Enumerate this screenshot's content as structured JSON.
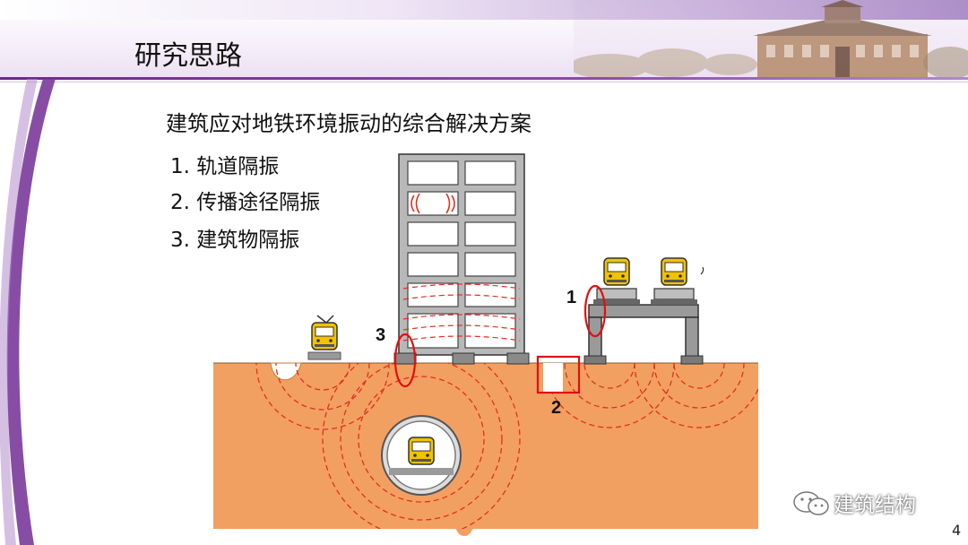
{
  "slide": {
    "title": "研究思路",
    "subtitle": "建筑应对地铁环境振动的综合解决方案",
    "items": [
      {
        "text": "1. 轨道隔振"
      },
      {
        "text": "2. 传播途径隔振"
      },
      {
        "text": "3. 建筑物隔振"
      }
    ],
    "page_number": "4"
  },
  "diagram": {
    "markers": [
      {
        "label": "1"
      },
      {
        "label": "2"
      },
      {
        "label": "3"
      }
    ],
    "colors": {
      "ground": "#f2a062",
      "wave": "#e0301e",
      "marker": "#e01010",
      "building": "#b8b8b8",
      "train": "#f2c200"
    }
  },
  "watermark": {
    "icon": "wechat-icon",
    "text": "建筑结构"
  }
}
